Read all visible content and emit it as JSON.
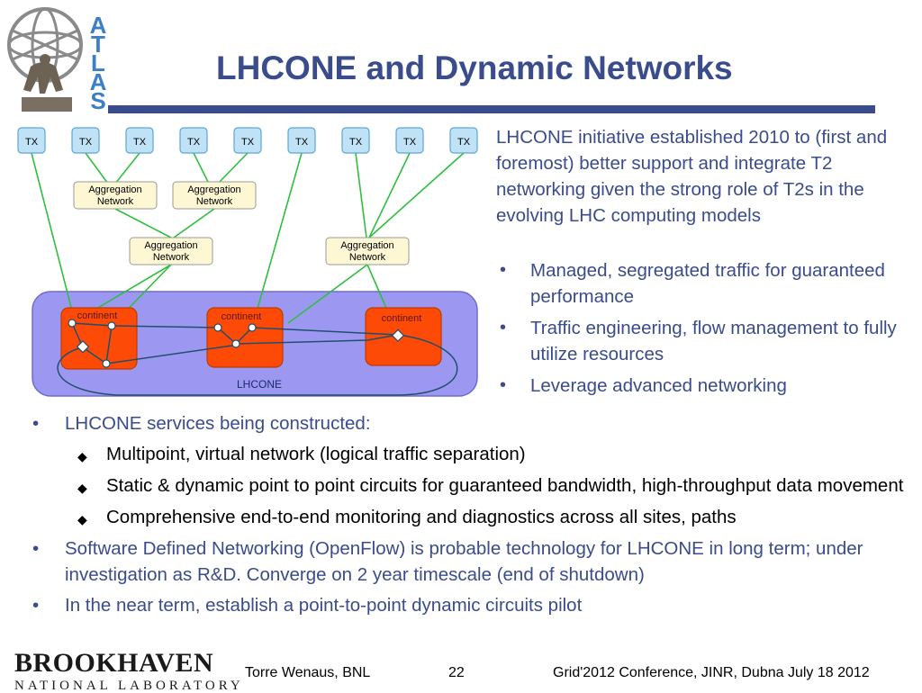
{
  "header": {
    "title": "LHCONE and Dynamic Networks",
    "logo_letters": [
      "A",
      "T",
      "L",
      "A",
      "S"
    ]
  },
  "diagram": {
    "tx_label": "TX",
    "aggregation_line1": "Aggregation",
    "aggregation_line2": "Network",
    "continent_label": "continent",
    "lhcone_label": "LHCONE",
    "colors": {
      "tx_fill": "#bfe2f6",
      "aggregation_fill": "#fdf7d4",
      "cloud_fill": "#9c98f2",
      "continent_fill": "#fd4a06",
      "link_green": "#2fbf3f",
      "link_blue": "#1f4f6e"
    }
  },
  "right_text": {
    "intro": "LHCONE initiative established 2010 to (first and foremost) better support and integrate T2 networking given the strong role of T2s in the evolving LHC computing models",
    "bullets": [
      "Managed, segregated traffic for guaranteed performance",
      "Traffic engineering, flow management to fully utilize resources",
      "Leverage advanced networking"
    ]
  },
  "main_list": {
    "item1": "LHCONE services being constructed:",
    "sub": [
      "Multipoint, virtual network (logical traffic separation)",
      "Static & dynamic point to point circuits for guaranteed bandwidth, high-throughput data movement",
      "Comprehensive end-to-end monitoring and diagnostics across all sites, paths"
    ],
    "item2": "Software Defined Networking (OpenFlow) is probable technology for LHCONE in long term; under investigation as R&D. Converge on 2 year timescale (end of shutdown)",
    "item3": "In the near term, establish a point-to-point dynamic circuits pilot"
  },
  "footer": {
    "org_top": "BROOKHAVEN",
    "org_bottom": "NATIONAL LABORATORY",
    "author": "Torre Wenaus, BNL",
    "page": "22",
    "event": "Grid'2012 Conference, JINR, Dubna  July 18 2012"
  }
}
